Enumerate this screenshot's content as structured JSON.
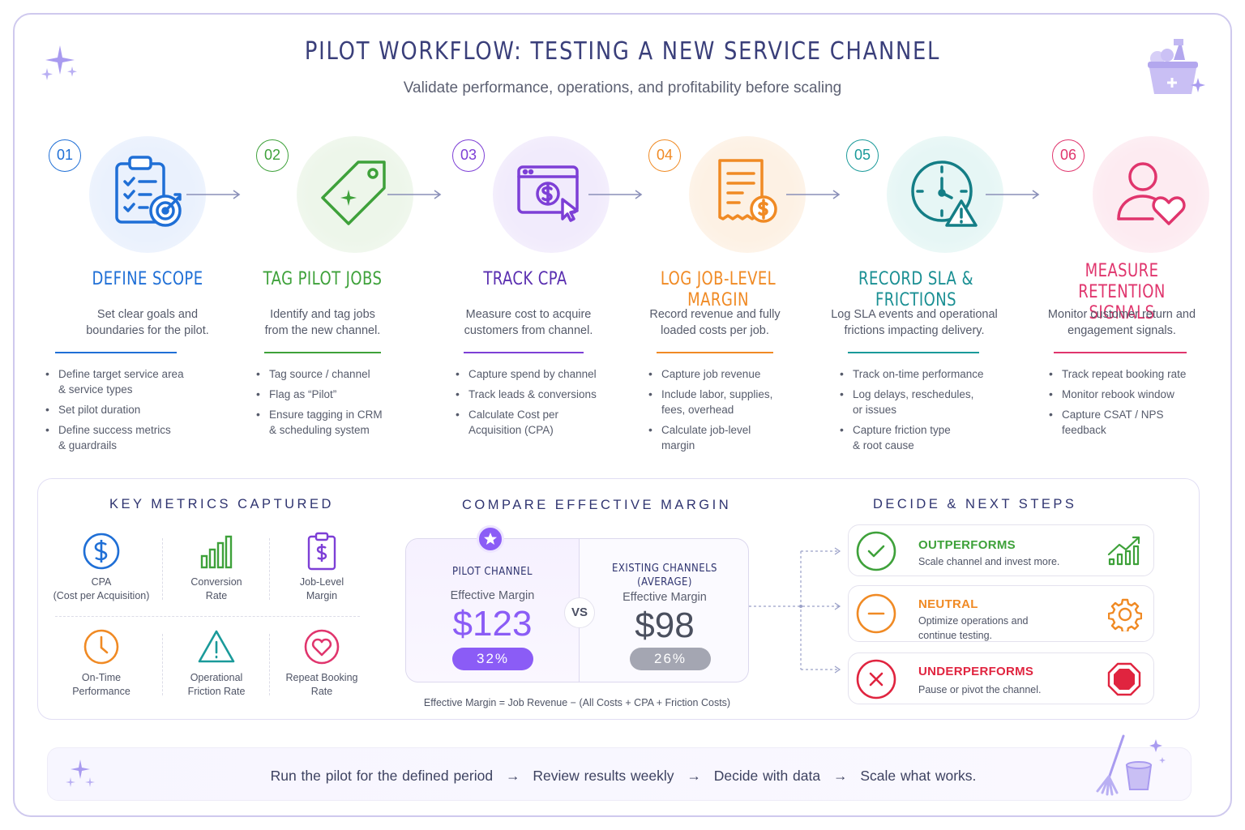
{
  "header": {
    "title": "PILOT WORKFLOW: TESTING A NEW SERVICE CHANNEL",
    "subtitle": "Validate performance, operations, and profitability before scaling"
  },
  "colors": {
    "step1": "#1f6fd6",
    "step2": "#3ea13a",
    "step3": "#7d3fd6",
    "step4": "#f08a24",
    "step5": "#1a9a9a",
    "step6": "#e0356d",
    "navy": "#2f3470",
    "pilot_purple": "#8b5cf6",
    "existing_gray": "#9a9ca8"
  },
  "steps": [
    {
      "num": "01",
      "name": "DEFINE SCOPE",
      "icon": "clipboard-target-icon",
      "desc": [
        "Set clear goals and",
        "boundaries for the pilot."
      ],
      "bullets": [
        [
          "Define target service area",
          "& service types"
        ],
        [
          "Set pilot duration"
        ],
        [
          "Define success metrics",
          "& guardrails"
        ]
      ]
    },
    {
      "num": "02",
      "name": "TAG PILOT JOBS",
      "icon": "tag-icon",
      "desc": [
        "Identify and tag jobs",
        "from the new channel."
      ],
      "bullets": [
        [
          "Tag source / channel"
        ],
        [
          "Flag as “Pilot”"
        ],
        [
          "Ensure tagging in CRM",
          "& scheduling system"
        ]
      ]
    },
    {
      "num": "03",
      "name": "TRACK CPA",
      "icon": "browser-dollar-icon",
      "desc": [
        "Measure cost to acquire",
        "customers from channel."
      ],
      "bullets": [
        [
          "Capture spend by channel"
        ],
        [
          "Track leads & conversions"
        ],
        [
          "Calculate Cost per",
          "Acquisition (CPA)"
        ]
      ]
    },
    {
      "num": "04",
      "name": "LOG JOB-LEVEL MARGIN",
      "icon": "receipt-dollar-icon",
      "desc": [
        "Record revenue and fully",
        "loaded costs per job."
      ],
      "bullets": [
        [
          "Capture job revenue"
        ],
        [
          "Include labor, supplies,",
          "fees, overhead"
        ],
        [
          "Calculate job-level",
          "margin"
        ]
      ]
    },
    {
      "num": "05",
      "name": "RECORD SLA & FRICTIONS",
      "icon": "clock-warning-icon",
      "desc": [
        "Log SLA events and operational",
        "frictions impacting delivery."
      ],
      "bullets": [
        [
          "Track on-time performance"
        ],
        [
          "Log delays, reschedules,",
          "or issues"
        ],
        [
          "Capture friction type",
          "& root cause"
        ]
      ]
    },
    {
      "num": "06",
      "name": [
        "MEASURE RETENTION",
        "SIGNALS"
      ],
      "icon": "user-heart-icon",
      "desc": [
        "Monitor customer return and",
        "engagement signals."
      ],
      "bullets": [
        [
          "Track repeat booking rate"
        ],
        [
          "Monitor rebook window"
        ],
        [
          "Capture CSAT / NPS",
          "feedback"
        ]
      ]
    }
  ],
  "metrics": {
    "title": "KEY METRICS CAPTURED",
    "items": [
      {
        "label": [
          "CPA",
          "(Cost per Acquisition)"
        ],
        "icon": "dollar-circle-icon"
      },
      {
        "label": [
          "Conversion",
          "Rate"
        ],
        "icon": "bar-chart-icon"
      },
      {
        "label": [
          "Job-Level",
          "Margin"
        ],
        "icon": "clipboard-dollar-icon"
      },
      {
        "label": [
          "On-Time",
          "Performance"
        ],
        "icon": "clock-icon"
      },
      {
        "label": [
          "Operational",
          "Friction Rate"
        ],
        "icon": "warning-icon"
      },
      {
        "label": [
          "Repeat Booking",
          "Rate"
        ],
        "icon": "heart-circle-icon"
      }
    ]
  },
  "compare": {
    "title": "COMPARE EFFECTIVE MARGIN",
    "pilot": {
      "head": "PILOT CHANNEL",
      "label": "Effective Margin",
      "value": "$123",
      "pct": "32%"
    },
    "existing": {
      "head": [
        "EXISTING CHANNELS",
        "(AVERAGE)"
      ],
      "label": "Effective Margin",
      "value": "$98",
      "pct": "26%"
    },
    "vs": "VS",
    "formula": "Effective Margin = Job Revenue − (All Costs + CPA + Friction Costs)"
  },
  "decide": {
    "title": "DECIDE & NEXT STEPS",
    "options": [
      {
        "title": "OUTPERFORMS",
        "desc": [
          "Scale channel and invest more."
        ],
        "color": "#3ea13a",
        "icon": "check-circle-icon",
        "right_icon": "growth-chart-icon"
      },
      {
        "title": "NEUTRAL",
        "desc": [
          "Optimize operations and",
          "continue testing."
        ],
        "color": "#f08a24",
        "icon": "minus-circle-icon",
        "right_icon": "gear-icon"
      },
      {
        "title": "UNDERPERFORMS",
        "desc": [
          "Pause or pivot the channel."
        ],
        "color": "#e0243f",
        "icon": "x-circle-icon",
        "right_icon": "stop-sign-icon"
      }
    ]
  },
  "footer": {
    "parts": [
      "Run the pilot for the defined period",
      "Review results weekly",
      "Decide with data",
      "Scale what works."
    ],
    "sep": "→"
  }
}
